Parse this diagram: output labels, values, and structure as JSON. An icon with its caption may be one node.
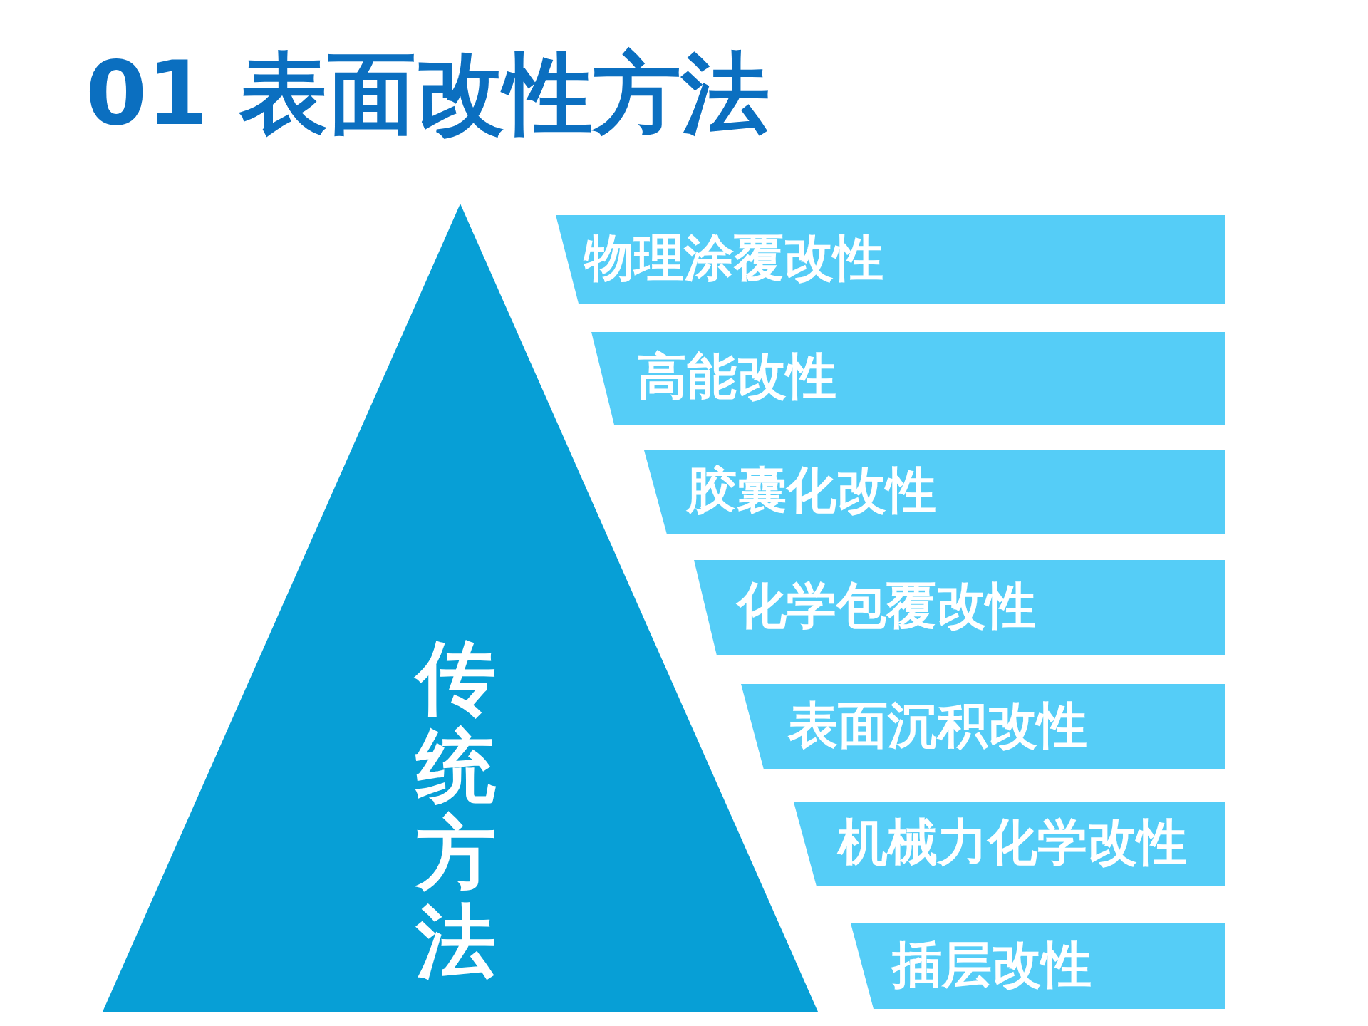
{
  "diagram": {
    "title": "01 表面改性方法",
    "nodes": [
      {
        "text": [
          "传统方法"
        ]
      },
      {
        "text": [
          "物理涂覆改性"
        ]
      },
      {
        "text": [
          "高能改性"
        ]
      },
      {
        "text": [
          "胶囊化改性"
        ]
      },
      {
        "text": [
          "化学包覆改性"
        ]
      },
      {
        "text": [
          "表面沉积改性"
        ]
      },
      {
        "text": [
          "机械力化学改性"
        ]
      },
      {
        "text": [
          "插层改性"
        ]
      }
    ]
  }
}
